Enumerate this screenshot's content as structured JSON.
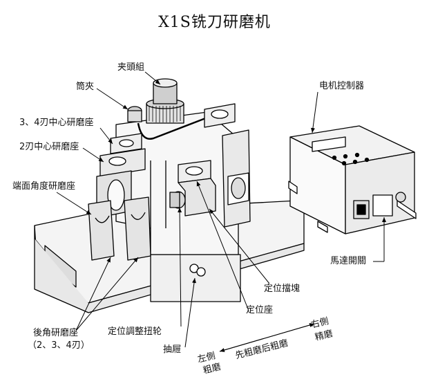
{
  "title": "X1S铣刀研磨机",
  "labels": {
    "chuck_group": "夹頭組",
    "collet": "筒夾",
    "seat_34": "3、4刃中心研磨座",
    "seat_2": "2刃中心研磨座",
    "end_face_seat": "端面角度研磨座",
    "controller": "电机控制器",
    "motor_switch": "馬達開關",
    "locating_block": "定位擋塊",
    "locating_seat": "定位座",
    "adjust_knob": "定位調整扭轮",
    "drawer": "抽屜",
    "back_angle_seat": "後角研磨座",
    "back_angle_sub": "（2、3、4刃）",
    "left_side": "左側",
    "rough": "粗磨",
    "right_side": "右側",
    "fine": "精磨",
    "sequence": "先粗磨后粗磨"
  }
}
